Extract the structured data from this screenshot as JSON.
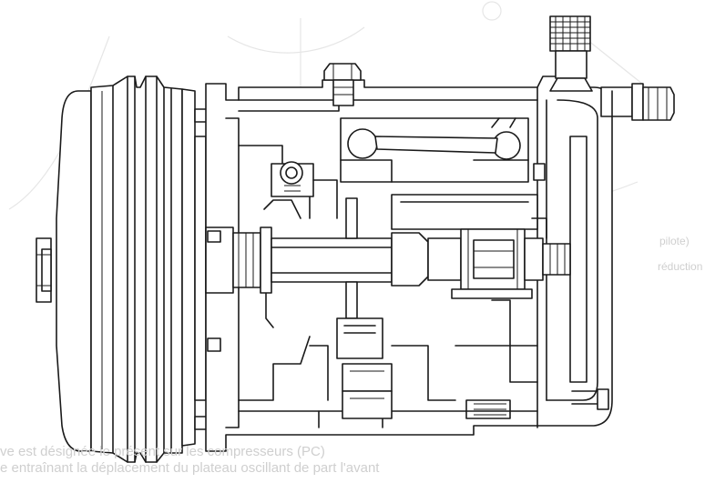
{
  "background_text": {
    "line1": "ve est désignée le présent sur les compresseurs (PC)",
    "line2": "e entraînant la déplacement du plateau oscillant de part l'avant",
    "side1": "pilote)",
    "side2": "réduction"
  },
  "colors": {
    "ink": "#1a1a1a",
    "paper": "#ffffff",
    "bleed": "#cfcfcf"
  }
}
